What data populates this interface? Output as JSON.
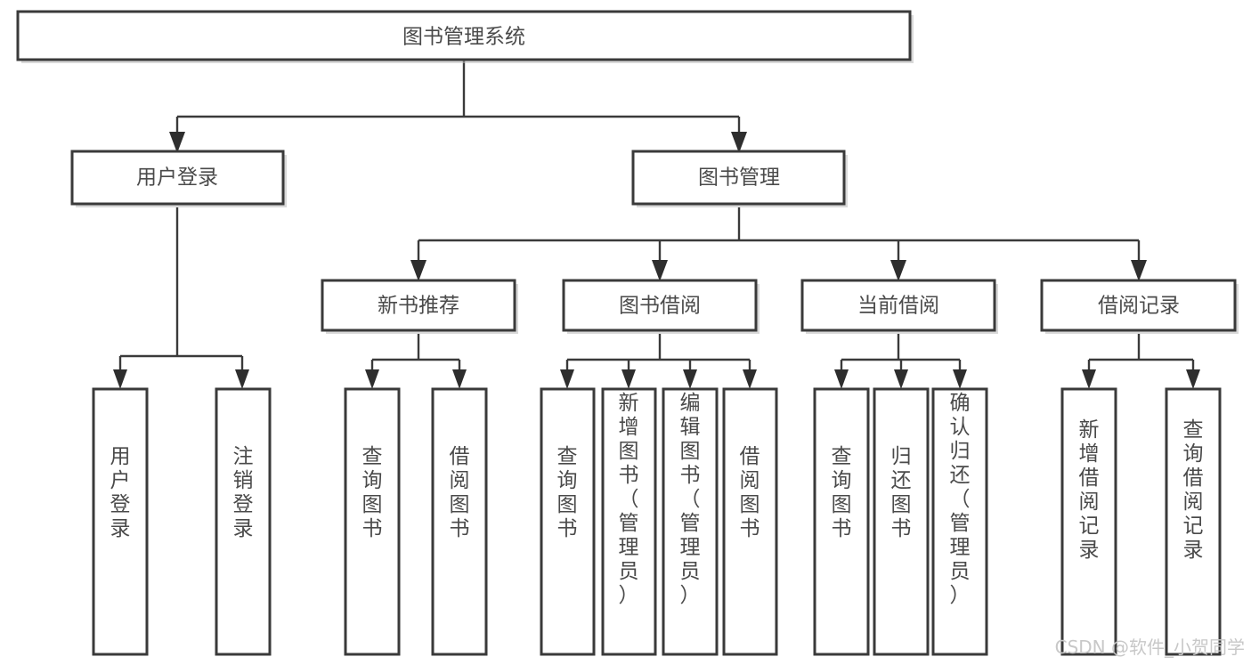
{
  "diagram": {
    "title": "图书管理系统",
    "type": "tree-hierarchy-chart",
    "orientation": "top-down",
    "colors": {
      "box_fill": "#ffffff",
      "box_stroke": "#3a3a3a",
      "text": "#4a4a4a",
      "connector": "#3a3a3a",
      "background": "#ffffff",
      "watermark": "#c8c8c8"
    },
    "root": {
      "id": "root",
      "label": "图书管理系统",
      "level": 0
    },
    "level1": [
      {
        "id": "user-login",
        "label": "用户登录",
        "level": 1
      },
      {
        "id": "book-manage",
        "label": "图书管理",
        "level": 1
      }
    ],
    "level2": [
      {
        "id": "new-book-recommend",
        "label": "新书推荐",
        "level": 2,
        "parent": "book-manage"
      },
      {
        "id": "book-borrow",
        "label": "图书借阅",
        "level": 2,
        "parent": "book-manage"
      },
      {
        "id": "current-borrow",
        "label": "当前借阅",
        "level": 2,
        "parent": "book-manage"
      },
      {
        "id": "borrow-record",
        "label": "借阅记录",
        "level": 2,
        "parent": "book-manage"
      }
    ],
    "leaves": [
      {
        "id": "leaf-user-login",
        "label": "用户登录",
        "parent": "user-login"
      },
      {
        "id": "leaf-user-logout",
        "label": "注销登录",
        "parent": "user-login"
      },
      {
        "id": "leaf-query-book-1",
        "label": "查询图书",
        "parent": "new-book-recommend"
      },
      {
        "id": "leaf-borrow-book-1",
        "label": "借阅图书",
        "parent": "new-book-recommend"
      },
      {
        "id": "leaf-query-book-2",
        "label": "查询图书",
        "parent": "book-borrow"
      },
      {
        "id": "leaf-add-book",
        "label": "新增图书（管理员）",
        "parent": "book-borrow"
      },
      {
        "id": "leaf-edit-book",
        "label": "编辑图书（管理员）",
        "parent": "book-borrow"
      },
      {
        "id": "leaf-borrow-book-2",
        "label": "借阅图书",
        "parent": "book-borrow"
      },
      {
        "id": "leaf-query-book-3",
        "label": "查询图书",
        "parent": "current-borrow"
      },
      {
        "id": "leaf-return-book",
        "label": "归还图书",
        "parent": "current-borrow"
      },
      {
        "id": "leaf-confirm-return",
        "label": "确认归还（管理员）",
        "parent": "current-borrow"
      },
      {
        "id": "leaf-add-record",
        "label": "新增借阅记录",
        "parent": "borrow-record"
      },
      {
        "id": "leaf-query-record",
        "label": "查询借阅记录",
        "parent": "borrow-record"
      }
    ]
  },
  "watermark": {
    "text": "CSDN @软件_小贺同学"
  }
}
